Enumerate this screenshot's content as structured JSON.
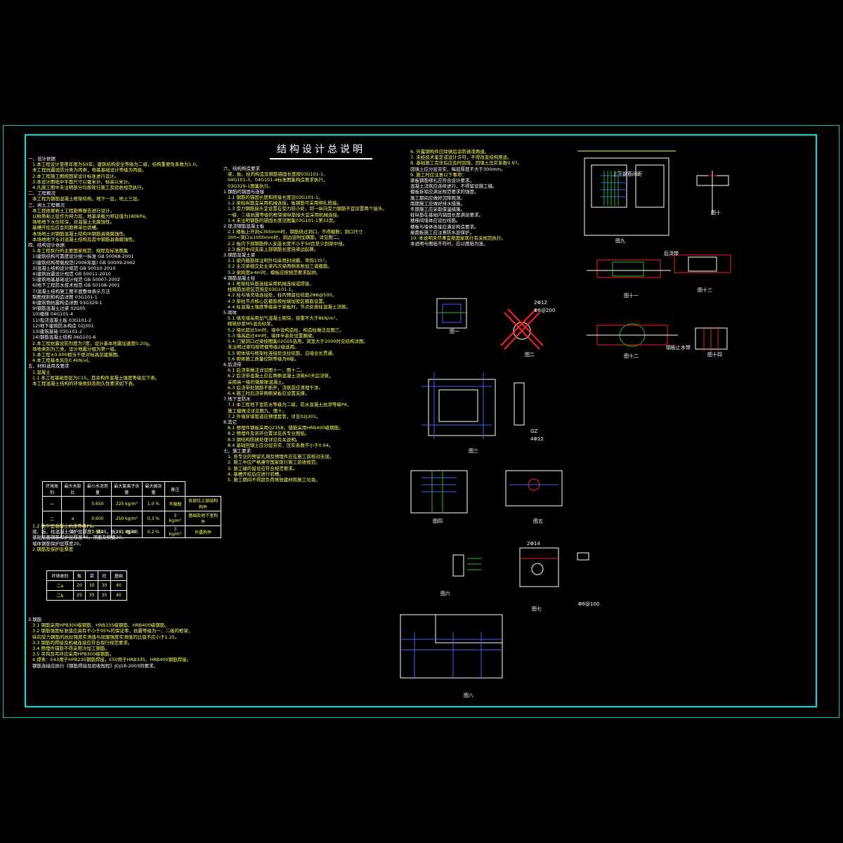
{
  "title": "结构设计总说明",
  "colors": {
    "frame": "#00e0e0",
    "text": "#ffffff",
    "yellow": "#ffff66",
    "red": "#ff2020",
    "green": "#20c020",
    "blue": "#4060ff"
  },
  "col1": [
    {
      "k": "h",
      "v": "一、设计依据"
    },
    {
      "k": "t",
      "v": "1.本工程设计使用年限为50年，建筑结构安全等级为二级，结构重要性系数为1.0。"
    },
    {
      "k": "t",
      "v": "   本工程抗震设防分类为丙类，地基基础设计等级为丙级。"
    },
    {
      "k": "t",
      "v": "2.本工程施工图按国家设计标准进行设计。"
    },
    {
      "k": "t",
      "v": "3.本设计图纸中平面尺寸以毫米计，标高以米计。"
    },
    {
      "k": "t",
      "v": "4.凡施工图中未注明部分均按现行施工及验收规范执行。"
    },
    {
      "k": "h",
      "v": "二、工程概况"
    },
    {
      "k": "t",
      "v": "   本工程为钢筋混凝土框架结构，地下一层，地上三层。"
    },
    {
      "k": "h",
      "v": "三、岩土工程概况"
    },
    {
      "k": "t",
      "v": "   本工程依据岩土工程勘察报告进行设计，"
    },
    {
      "k": "t",
      "v": "   以粉质粘土层作为持力层，地基承载力特征值为180kPa。"
    },
    {
      "k": "t",
      "v": "   场地地下水位较深，对混凝土无腐蚀性。"
    },
    {
      "k": "t",
      "v": "   基槽开挖后应会同勘察单位验槽。"
    },
    {
      "k": "t",
      "v": "   本场地土对钢筋混凝土结构中钢筋具微腐蚀性。"
    },
    {
      "k": "t",
      "v": "   本场地地下水对混凝土结构及其中钢筋具微腐蚀性。"
    },
    {
      "k": "h",
      "v": "四、结构设计依据"
    },
    {
      "k": "t",
      "v": "1.本工程执行的主要国家规范、规程及标准图集"
    },
    {
      "k": "w",
      "v": "1)建筑结构可靠度设计统一标准           GB 50068-2001"
    },
    {
      "k": "w",
      "v": "2)建筑结构荷载规范(2006年版)          GB 50009-2002"
    },
    {
      "k": "w",
      "v": "3)混凝土结构设计规范                       GB 50010-2010"
    },
    {
      "k": "w",
      "v": "4)建筑抗震设计规范                          GB 50011-2010"
    },
    {
      "k": "w",
      "v": "5)建筑地基基础设计规范                    GB 50007-2002"
    },
    {
      "k": "w",
      "v": "6)地下工程防水技术规范                    GB 50108-2001"
    },
    {
      "k": "w",
      "v": "7)混凝土结构施工图平面整体表示方法"
    },
    {
      "k": "w",
      "v": "  制图规则和构造详图                    03G101-1"
    },
    {
      "k": "w",
      "v": "8)建筑物抗震构造详图                    03G329-1"
    },
    {
      "k": "w",
      "v": "9)钢筋混凝土过梁                          02G05"
    },
    {
      "k": "w",
      "v": "10)楼梯                                          04G101-4"
    },
    {
      "k": "w",
      "v": "11)现浇混凝土板                              03G101-2"
    },
    {
      "k": "w",
      "v": "12)地下建筑防水构造                      02J301"
    },
    {
      "k": "w",
      "v": "13)建筑基础                                    03G101-2"
    },
    {
      "k": "w",
      "v": "14)钢筋混凝土结构                          06G101-6"
    },
    {
      "k": "t",
      "v": "2.本工程抗震设防烈度为7度，设计基本地震加速度0.20g。"
    },
    {
      "k": "t",
      "v": "   场地类别为三类，设计地震分组为第一组。"
    },
    {
      "k": "t",
      "v": "3.本工程±0.000相当于绝对标高见建施图。"
    },
    {
      "k": "t",
      "v": "4.本工程基本风压0.4kN/㎡。"
    },
    {
      "k": "h",
      "v": "五、材料选用及要求"
    },
    {
      "k": "t",
      "v": "1.混凝土"
    },
    {
      "k": "t",
      "v": "1.1 本工程基础垫层为C15，其余构件混凝土强度等级见下表。"
    },
    {
      "k": "t",
      "v": "   本工程混凝土结构的环境类别及耐久性要求如下表。"
    }
  ],
  "table1": {
    "head": [
      "环境类别",
      "最大水胶比",
      "最小水泥用量",
      "最大氯离子含量",
      "最大碱含量",
      "备注"
    ],
    "rows": [
      [
        "一",
        "",
        "0.650",
        "225 kg/m³",
        "1.0 %",
        "不限制",
        "各部位上部结构构件"
      ],
      [
        "二",
        "a",
        "0.600",
        "250 kg/m³",
        "0.3 %",
        "3 kg/m³",
        "基础及地下室构件"
      ],
      [
        "",
        "b",
        "0.550",
        "275 kg/m³",
        "0.2 %",
        "3 kg/m³",
        "外露构件"
      ]
    ]
  },
  "col1b": [
    {
      "k": "t",
      "v": "1.2 地下室混凝土抗渗等级P6。"
    },
    {
      "k": "w",
      "v": "   梁、板、柱混凝土保护层厚度：梁25，板15，柱30。"
    },
    {
      "k": "w",
      "v": "   基础底面钢筋保护层厚度40，顶面及侧面20。"
    },
    {
      "k": "w",
      "v": "   墙体钢筋保护层厚度20。"
    },
    {
      "k": "t",
      "v": "2.钢筋及保护层厚度"
    }
  ],
  "table2": {
    "head": [
      "环境类别",
      "板",
      "梁",
      "柱",
      "基础"
    ],
    "rows": [
      [
        "二a",
        "20",
        "30",
        "30",
        "40"
      ],
      [
        "二b",
        "25",
        "35",
        "35",
        "40"
      ]
    ]
  },
  "col1c": [
    {
      "k": "h",
      "v": "3.钢筋"
    },
    {
      "k": "t",
      "v": "3.1 钢筋采用HPB300级钢筋、HRB335级钢筋、HRB400级钢筋。"
    },
    {
      "k": "t",
      "v": "3.2 钢筋强度标准值应具有不小于95%的保证率，抗震等级为一、二级的框架，"
    },
    {
      "k": "t",
      "v": "     纵向受力钢筋的抗拉强度实测值与屈服强度实测值的比值不应小于1.25。"
    },
    {
      "k": "t",
      "v": "3.3 钢筋的焊接及机械连接应符合现行规范要求。"
    },
    {
      "k": "t",
      "v": "3.4 预埋件锚筋不得采用冷加工钢筋。"
    },
    {
      "k": "t",
      "v": "3.5 吊钩及吊环应采用HPB300级钢筋。"
    },
    {
      "k": "t",
      "v": "4.焊条：E43用于HPB235钢筋焊接，E50用于HRB335、HRB400钢筋焊接。"
    },
    {
      "k": "w",
      "v": "   钢筋连接应执行《钢筋焊接及验收规程》JGJ18-2003的要求。"
    }
  ],
  "col2": [
    {
      "k": "h",
      "v": "六、结构构造要求"
    },
    {
      "k": "t",
      "v": "   梁、板、柱的构造及钢筋锚固长度按03G101-1、"
    },
    {
      "k": "t",
      "v": "   04G101-3、04G101-4标准图集构造要求执行，"
    },
    {
      "k": "t",
      "v": "   03G329-1图集执行。"
    },
    {
      "k": "h",
      "v": "1.钢筋的锚固与连接"
    },
    {
      "k": "t",
      "v": "1.1 钢筋的锚固长度和搭接长度见03G101-1。"
    },
    {
      "k": "t",
      "v": "1.2 梁柱纵筋宜采用机械连接，板钢筋可采用绑扎搭接。"
    },
    {
      "k": "t",
      "v": "1.3 受力钢筋接头宜设置在受力较小处，同一纵向受力钢筋不宜设置两个接头。"
    },
    {
      "k": "t",
      "v": "     一级、二级抗震等级的框架梁纵筋接头宜采用机械连接。"
    },
    {
      "k": "t",
      "v": "1.4 未注明钢筋的锚固长度见图集03G101-1第33页。"
    },
    {
      "k": "h",
      "v": "2.现浇钢筋混凝土板"
    },
    {
      "k": "t",
      "v": "2.1 楼板上开洞≤300mm时，钢筋绕过洞口，不得截断；洞口尺寸"
    },
    {
      "k": "t",
      "v": "     300<洞口≤1000mm时，洞边设附加钢筋，详见图二。"
    },
    {
      "k": "t",
      "v": "2.2 板内下部钢筋伸入支座长度不小于5d且至少到梁中线。"
    },
    {
      "k": "t",
      "v": "2.3 板的中间支座上部钢筋长度自梁边起算。"
    },
    {
      "k": "h",
      "v": "3.钢筋混凝土梁"
    },
    {
      "k": "t",
      "v": "3.1 梁内箍筋除注明外均采用封闭箍，弯钩135°。"
    },
    {
      "k": "t",
      "v": "3.2 主次梁相交处主梁内次梁两侧各附加三道箍筋。"
    },
    {
      "k": "t",
      "v": "3.3 梁跨度≥4m时，模板应按规范要求起拱。"
    },
    {
      "k": "h",
      "v": "4.钢筋混凝土柱"
    },
    {
      "k": "t",
      "v": "4.1 框架柱纵筋连接采用机械连接或焊接，"
    },
    {
      "k": "t",
      "v": "     柱箍筋加密区范围见03G101-1。"
    },
    {
      "k": "t",
      "v": "4.2 柱与填充墙连接处，柱内预留拉结筋2Φ6@500。"
    },
    {
      "k": "t",
      "v": "4.3 梁柱节点核心区箍筋按柱端加密区箍筋设置。"
    },
    {
      "k": "t",
      "v": "4.4 柱混凝土强度等级高于梁板时，节点处按柱混凝土浇筑。"
    },
    {
      "k": "h",
      "v": "5.砌体"
    },
    {
      "k": "t",
      "v": "5.1 填充墙采用加气混凝土砌块，容重不大于8kN/m³，"
    },
    {
      "k": "t",
      "v": "     砌筑砂浆M5混合砂浆。"
    },
    {
      "k": "t",
      "v": "5.2 墙长超过5m时，墙中设构造柱，构造柱做法见图三。"
    },
    {
      "k": "t",
      "v": "5.3 墙高超过4m时，墙体半高处设置圈梁。"
    },
    {
      "k": "t",
      "v": "5.4 门窗洞口过梁按图集02G05选用，洞宽大于2000时见结构详图。"
    },
    {
      "k": "t",
      "v": "     未注明过梁均按荷载等级2级选用。"
    },
    {
      "k": "t",
      "v": "5.5 砌体墙与框架柱连接处设拉结筋，沿墙全长贯通。"
    },
    {
      "k": "t",
      "v": "5.6 砌体施工质量控制等级为B级。"
    },
    {
      "k": "h",
      "v": "6.后浇带"
    },
    {
      "k": "t",
      "v": "6.1 后浇带做法详见图十一、图十二。"
    },
    {
      "k": "t",
      "v": "6.2 后浇带混凝土应在两侧混凝土浇筑60天后浇筑，"
    },
    {
      "k": "t",
      "v": "     采用高一级的微膨胀混凝土。"
    },
    {
      "k": "t",
      "v": "6.3 后浇带处钢筋不断开，浇筑前应清理干净。"
    },
    {
      "k": "t",
      "v": "6.4 施工时后浇带两侧梁板应设置支撑。"
    },
    {
      "k": "h",
      "v": "7.地下室防水"
    },
    {
      "k": "t",
      "v": "7.1 本工程地下室防水等级为二级，防水混凝土抗渗等级P6，"
    },
    {
      "k": "t",
      "v": "     施工缝做法详见图九、图十。"
    },
    {
      "k": "t",
      "v": "7.2 外墙穿墙管道应预埋套管，详见02J301。"
    },
    {
      "k": "h",
      "v": "8.其它"
    },
    {
      "k": "t",
      "v": "8.1 预埋件钢板采用Q235B，锚筋采用HRB400级钢筋。"
    },
    {
      "k": "t",
      "v": "8.2 预埋件及吊环位置详见各专业图纸。"
    },
    {
      "k": "t",
      "v": "8.3 钢结构防锈处理详见有关说明。"
    },
    {
      "k": "t",
      "v": "8.4 基础回填土应分层夯实，压实系数不小于0.94。"
    },
    {
      "k": "h",
      "v": "七、施工要求"
    },
    {
      "k": "t",
      "v": "1. 各专业的预留孔洞及预埋件应在施工前核对无误。"
    },
    {
      "k": "t",
      "v": "2. 施工中应严格遵守国家现行施工验收规范。"
    },
    {
      "k": "t",
      "v": "3. 施工缝的留设应符合规范要求。"
    },
    {
      "k": "t",
      "v": "4. 基槽开挖后应进行验槽。"
    },
    {
      "k": "t",
      "v": "5. 施工期间不得超负荷堆放建材和施工垃圾。"
    }
  ],
  "col3": [
    {
      "k": "t",
      "v": "6. 外露钢构件应除锈后涂防锈漆两道。"
    },
    {
      "k": "t",
      "v": "7. 未经技术鉴定或设计许可，不得改变结构用途。"
    },
    {
      "k": "t",
      "v": "8. 基础施工完毕后应及时回填，回填土压实系数0.97。"
    },
    {
      "k": "w",
      "v": "   回填土应分层夯实，每层厚度不大于300mm。"
    },
    {
      "k": "t",
      "v": "9. 施工时应注意以下事项："
    },
    {
      "k": "w",
      "v": "   梁板钢筋绑扎应符合设计要求。"
    },
    {
      "k": "w",
      "v": "   混凝土浇筑应连续进行，不得留设施工缝。"
    },
    {
      "k": "w",
      "v": "   模板拆除应满足规范要求的强度。"
    },
    {
      "k": "w",
      "v": "   施工期间应做好沉降观测。"
    },
    {
      "k": "w",
      "v": "   雨期施工应做好排水措施。"
    },
    {
      "k": "w",
      "v": "   冬期施工应采取保温措施。"
    },
    {
      "k": "w",
      "v": "   柱纵筋在基础内锚固长度满足要求。"
    },
    {
      "k": "w",
      "v": "   楼梯间墙体应设拉结筋。"
    },
    {
      "k": "w",
      "v": "   楼板与墙体连接应满足构造要求。"
    },
    {
      "k": "w",
      "v": "   屋面板施工应注意防水层保护。"
    },
    {
      "k": "t",
      "v": "10. 本说明未尽事宜按国家现行有关规范执行。"
    },
    {
      "k": "w",
      "v": "    本说明与图纸不符时，应以图纸为准。"
    }
  ],
  "figures": {
    "fig1": "图一",
    "fig2": "图二",
    "fig3": "图三",
    "fig4": "图四",
    "fig5": "图五",
    "fig6": "图六",
    "fig7": "图七",
    "fig8": "图八",
    "fig9": "图九",
    "fig10": "图十",
    "fig11": "图十一",
    "fig12": "图十二",
    "fig13": "图十三",
    "fig14": "图十四"
  },
  "notes": {
    "n1": "上下钢筋间距",
    "n2": "2Φ12",
    "n3": "Φ6@200",
    "n4": "GZ",
    "n5": "4Φ12",
    "n6": "后浇带",
    "n7": "钢板止水带",
    "n8": "2Φ14",
    "n9": "Φ6@100"
  }
}
